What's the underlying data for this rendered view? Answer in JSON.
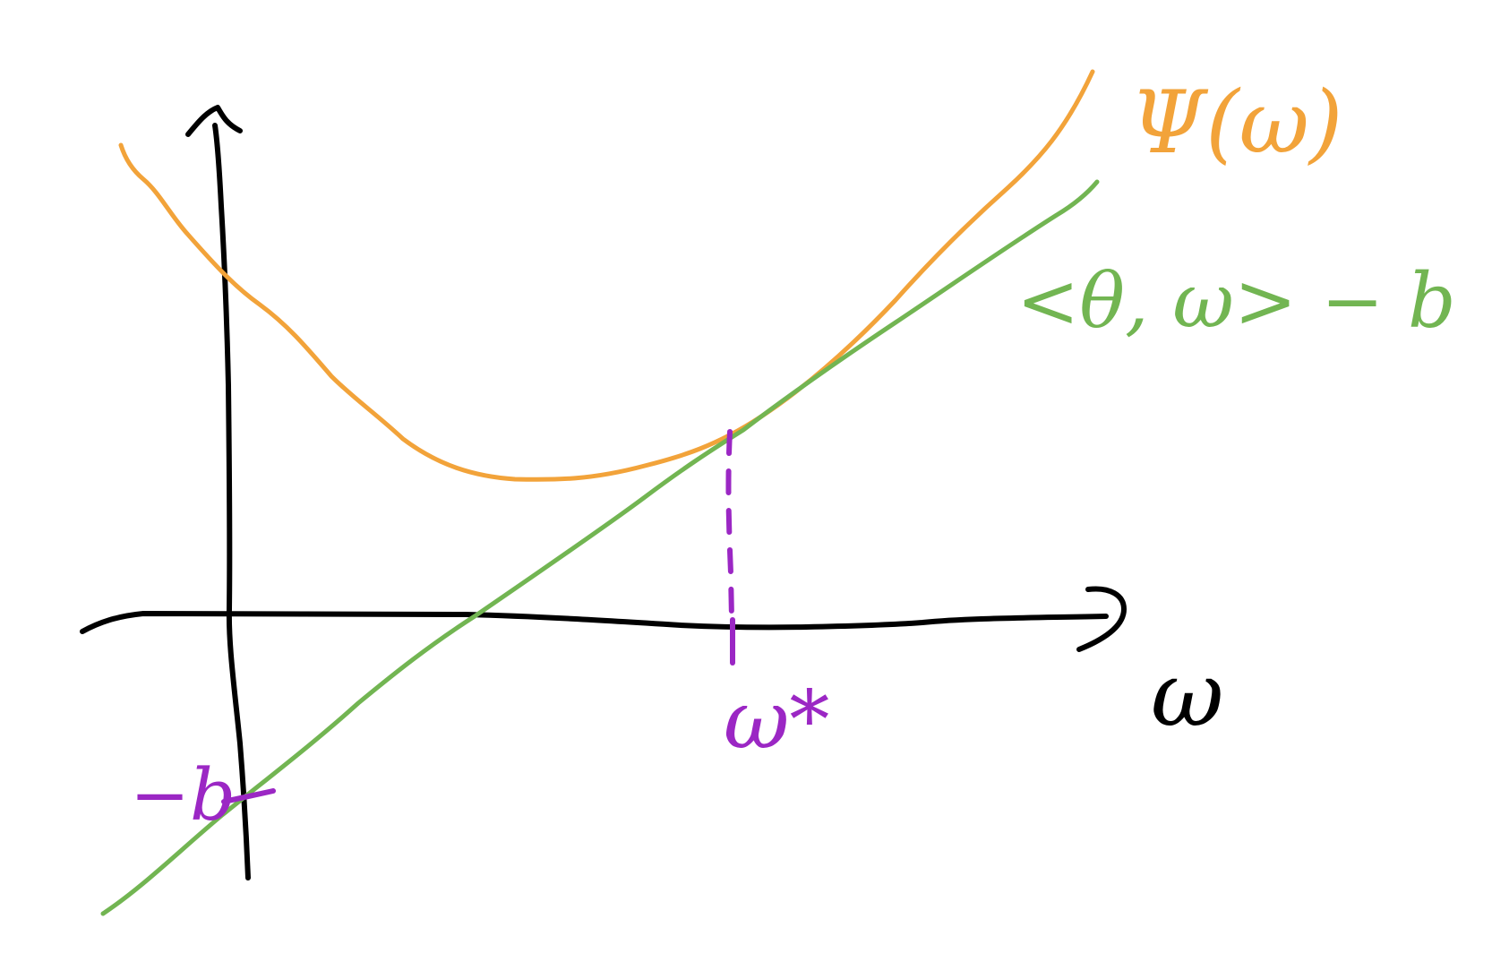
{
  "diagram": {
    "labels": {
      "curve": "Ψ(ω)",
      "line": "<θ, ω> − b",
      "x_axis": "ω",
      "minimizer": "ω*",
      "intercept": "−b"
    },
    "colors": {
      "axis": "#000000",
      "curve": "#F2A33A",
      "line": "#72B552",
      "annotation": "#9B27C4"
    },
    "elements": {
      "x_axis_arrow": "chevron-right",
      "y_axis_arrow": "chevron-up"
    }
  }
}
